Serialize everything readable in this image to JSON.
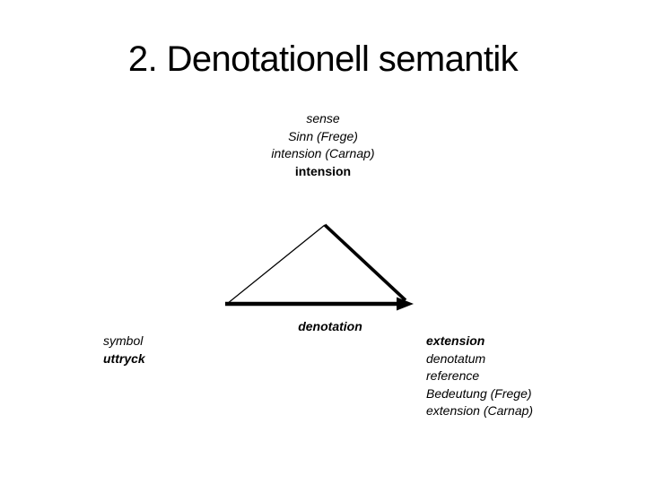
{
  "slide": {
    "title": "2. Denotationell semantik",
    "colors": {
      "background": "#ffffff",
      "text": "#000000",
      "diagram_line": "#000000"
    },
    "top_block": {
      "lines": [
        "sense",
        "Sinn (Frege)",
        "intension (Carnap)",
        "intension"
      ]
    },
    "diagram": {
      "type": "semiotic-triangle",
      "apex_label_group": "sense / intension",
      "base_arrow_label": "denotation",
      "left_vertex_group": "symbol / uttryck",
      "right_vertex_group": "extension / denotatum / reference"
    },
    "denotation_label": "denotation",
    "left_block": {
      "lines": [
        "symbol",
        "uttryck"
      ]
    },
    "right_block": {
      "lines": [
        "extension",
        "denotatum",
        "reference",
        "Bedeutung (Frege)",
        "extension (Carnap)"
      ]
    }
  }
}
